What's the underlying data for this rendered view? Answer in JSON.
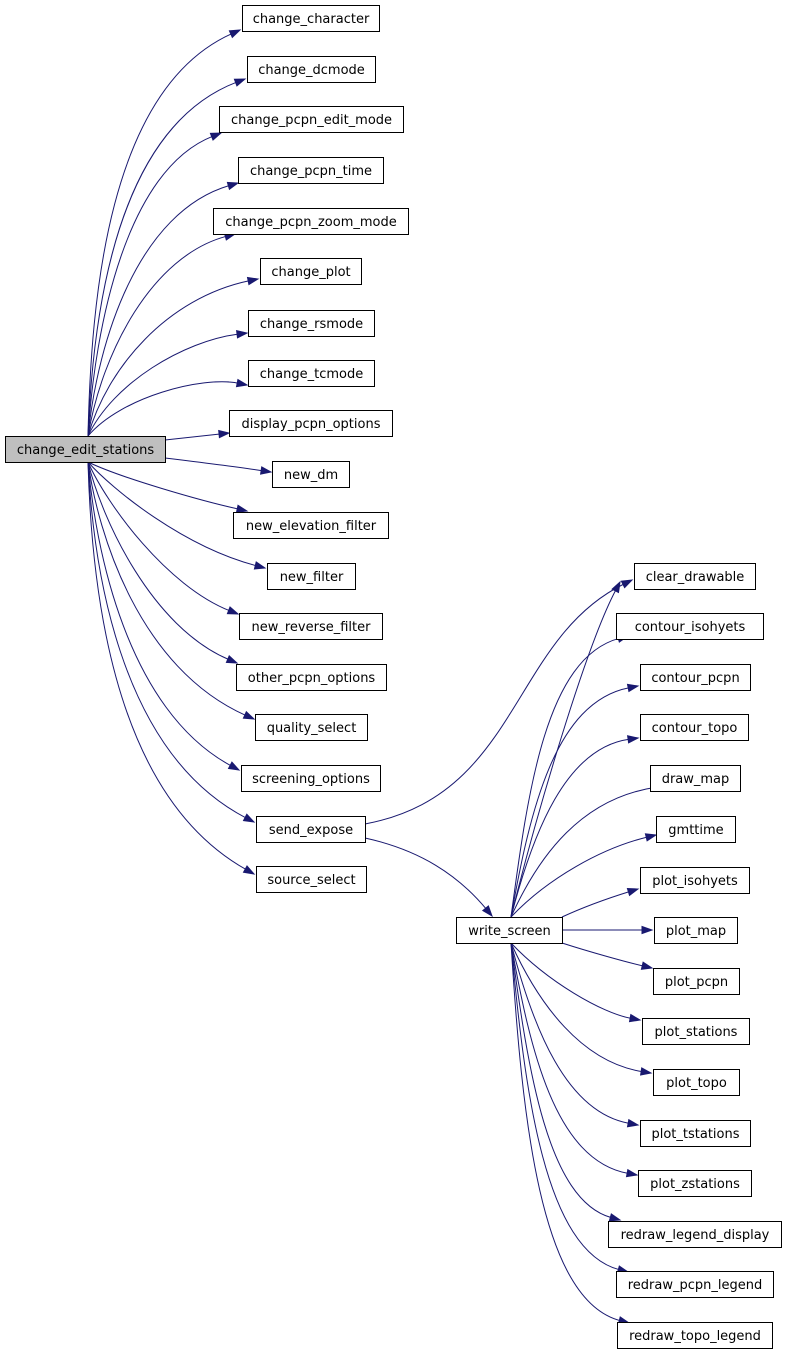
{
  "graph": {
    "title": "",
    "edge_color": "#191970",
    "root_fill": "#bfbfbf",
    "nodes": [
      {
        "id": "change_edit_stations",
        "label": "change_edit_stations",
        "root": true
      },
      {
        "id": "change_character",
        "label": "change_character"
      },
      {
        "id": "change_dcmode",
        "label": "change_dcmode"
      },
      {
        "id": "change_pcpn_edit_mode",
        "label": "change_pcpn_edit_mode"
      },
      {
        "id": "change_pcpn_time",
        "label": "change_pcpn_time"
      },
      {
        "id": "change_pcpn_zoom_mode",
        "label": "change_pcpn_zoom_mode"
      },
      {
        "id": "change_plot",
        "label": "change_plot"
      },
      {
        "id": "change_rsmode",
        "label": "change_rsmode"
      },
      {
        "id": "change_tcmode",
        "label": "change_tcmode"
      },
      {
        "id": "display_pcpn_options",
        "label": "display_pcpn_options"
      },
      {
        "id": "new_dm",
        "label": "new_dm"
      },
      {
        "id": "new_elevation_filter",
        "label": "new_elevation_filter"
      },
      {
        "id": "new_filter",
        "label": "new_filter"
      },
      {
        "id": "new_reverse_filter",
        "label": "new_reverse_filter"
      },
      {
        "id": "other_pcpn_options",
        "label": "other_pcpn_options"
      },
      {
        "id": "quality_select",
        "label": "quality_select"
      },
      {
        "id": "screening_options",
        "label": "screening_options"
      },
      {
        "id": "send_expose",
        "label": "send_expose"
      },
      {
        "id": "source_select",
        "label": "source_select"
      },
      {
        "id": "write_screen",
        "label": "write_screen"
      },
      {
        "id": "clear_drawable",
        "label": "clear_drawable"
      },
      {
        "id": "contour_isohyets",
        "label": "contour_isohyets"
      },
      {
        "id": "contour_pcpn",
        "label": "contour_pcpn"
      },
      {
        "id": "contour_topo",
        "label": "contour_topo"
      },
      {
        "id": "draw_map",
        "label": "draw_map"
      },
      {
        "id": "gmttime",
        "label": "gmttime"
      },
      {
        "id": "plot_isohyets",
        "label": "plot_isohyets"
      },
      {
        "id": "plot_map",
        "label": "plot_map"
      },
      {
        "id": "plot_pcpn",
        "label": "plot_pcpn"
      },
      {
        "id": "plot_stations",
        "label": "plot_stations"
      },
      {
        "id": "plot_topo",
        "label": "plot_topo"
      },
      {
        "id": "plot_tstations",
        "label": "plot_tstations"
      },
      {
        "id": "plot_zstations",
        "label": "plot_zstations"
      },
      {
        "id": "redraw_legend_display",
        "label": "redraw_legend_display"
      },
      {
        "id": "redraw_pcpn_legend",
        "label": "redraw_pcpn_legend"
      },
      {
        "id": "redraw_topo_legend",
        "label": "redraw_topo_legend"
      }
    ],
    "edges": [
      {
        "from": "change_edit_stations",
        "to": "change_character"
      },
      {
        "from": "change_edit_stations",
        "to": "change_dcmode"
      },
      {
        "from": "change_edit_stations",
        "to": "change_pcpn_edit_mode"
      },
      {
        "from": "change_edit_stations",
        "to": "change_pcpn_time"
      },
      {
        "from": "change_edit_stations",
        "to": "change_pcpn_zoom_mode"
      },
      {
        "from": "change_edit_stations",
        "to": "change_plot"
      },
      {
        "from": "change_edit_stations",
        "to": "change_rsmode"
      },
      {
        "from": "change_edit_stations",
        "to": "change_tcmode"
      },
      {
        "from": "change_edit_stations",
        "to": "display_pcpn_options"
      },
      {
        "from": "change_edit_stations",
        "to": "new_dm"
      },
      {
        "from": "change_edit_stations",
        "to": "new_elevation_filter"
      },
      {
        "from": "change_edit_stations",
        "to": "new_filter"
      },
      {
        "from": "change_edit_stations",
        "to": "new_reverse_filter"
      },
      {
        "from": "change_edit_stations",
        "to": "other_pcpn_options"
      },
      {
        "from": "change_edit_stations",
        "to": "quality_select"
      },
      {
        "from": "change_edit_stations",
        "to": "screening_options"
      },
      {
        "from": "change_edit_stations",
        "to": "send_expose"
      },
      {
        "from": "change_edit_stations",
        "to": "source_select"
      },
      {
        "from": "send_expose",
        "to": "clear_drawable"
      },
      {
        "from": "send_expose",
        "to": "write_screen"
      },
      {
        "from": "write_screen",
        "to": "clear_drawable"
      },
      {
        "from": "write_screen",
        "to": "contour_isohyets"
      },
      {
        "from": "write_screen",
        "to": "contour_pcpn"
      },
      {
        "from": "write_screen",
        "to": "contour_topo"
      },
      {
        "from": "write_screen",
        "to": "draw_map"
      },
      {
        "from": "write_screen",
        "to": "gmttime"
      },
      {
        "from": "write_screen",
        "to": "plot_isohyets"
      },
      {
        "from": "write_screen",
        "to": "plot_map"
      },
      {
        "from": "write_screen",
        "to": "plot_pcpn"
      },
      {
        "from": "write_screen",
        "to": "plot_stations"
      },
      {
        "from": "write_screen",
        "to": "plot_topo"
      },
      {
        "from": "write_screen",
        "to": "plot_tstations"
      },
      {
        "from": "write_screen",
        "to": "plot_zstations"
      },
      {
        "from": "write_screen",
        "to": "redraw_legend_display"
      },
      {
        "from": "write_screen",
        "to": "redraw_pcpn_legend"
      },
      {
        "from": "write_screen",
        "to": "redraw_topo_legend"
      }
    ]
  }
}
